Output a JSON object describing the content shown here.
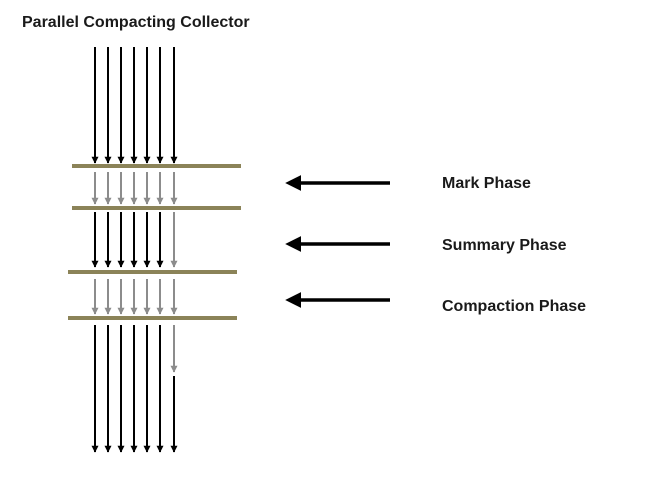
{
  "diagram": {
    "title": "Parallel Compacting Collector",
    "phases": [
      {
        "label": "Mark Phase"
      },
      {
        "label": "Summary Phase"
      },
      {
        "label": "Compaction Phase"
      }
    ],
    "colors": {
      "black_arrow": "#000000",
      "gray_arrow": "#8c8c8c",
      "divider": "#8b8358",
      "phase_arrow": "#000000",
      "text": "#1a1a1a"
    }
  }
}
